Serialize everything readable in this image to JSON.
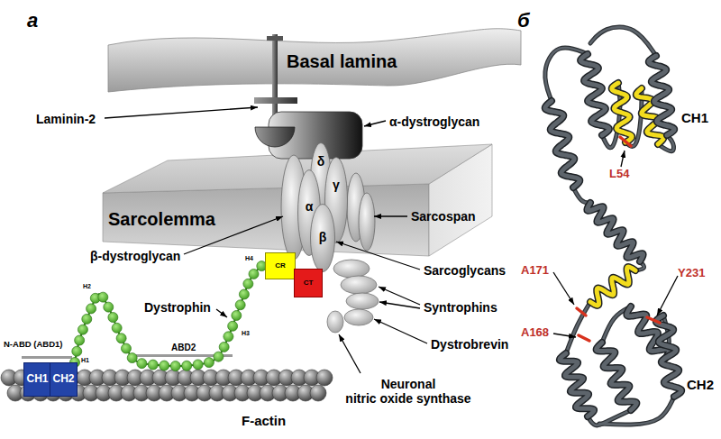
{
  "diagram": {
    "nodes": [
      {
        "text": [
          "Basal lamina"
        ]
      },
      {
        "text": [
          "Sarcolemma"
        ]
      },
      {
        "text": [
          "δ"
        ]
      },
      {
        "text": [
          "α"
        ]
      },
      {
        "text": [
          "γ"
        ]
      },
      {
        "text": [
          "β"
        ]
      },
      {
        "text": [
          "CR"
        ]
      },
      {
        "text": [
          "CT"
        ]
      },
      {
        "text": [
          "CH1"
        ]
      },
      {
        "text": [
          "CH2"
        ]
      }
    ],
    "edges": [
      {
        "from": 9,
        "to": 6,
        "arrow": "none"
      }
    ],
    "labels": [
      "а",
      "б",
      "Laminin-2",
      "α-dystroglycan",
      "β-dystroglycan",
      "Sarcospan",
      "Sarcoglycans",
      "Dystrophin",
      "Syntrophins",
      "Dystrobrevin",
      "Neuronal nitric oxide synthase",
      "N-ABD (ABD1)",
      "H1",
      "H2",
      "H3",
      "H4",
      "ABD2",
      "F-actin",
      "CH1",
      "L54",
      "A171",
      "A168",
      "Y231",
      "CH2"
    ]
  }
}
